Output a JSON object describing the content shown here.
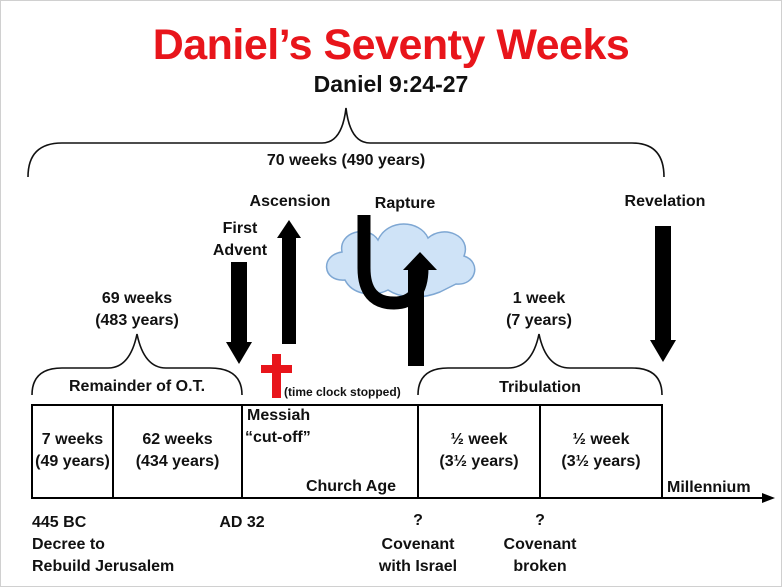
{
  "title": "Daniel’s Seventy Weeks",
  "subtitle": "Daniel 9:24-27",
  "top_brace": "70 weeks (490 years)",
  "events": {
    "ascension": "Ascension",
    "first_advent": [
      "First",
      "Advent"
    ],
    "rapture": "Rapture",
    "revelation": "Revelation"
  },
  "sixty_nine": [
    "69 weeks",
    "(483 years)"
  ],
  "one_week": [
    "1 week",
    "(7 years)"
  ],
  "remainder": "Remainder of O.T.",
  "tribulation": "Tribulation",
  "clock": "(time clock stopped)",
  "messiah": [
    "Messiah",
    "“cut-off”"
  ],
  "church_age": "Church Age",
  "cells": [
    [
      "7 weeks",
      "(49 years)"
    ],
    [
      "62 weeks",
      "(434 years)"
    ],
    [
      "½ week",
      "(3½ years)"
    ],
    [
      "½ week",
      "(3½ years)"
    ]
  ],
  "millennium": "Millennium",
  "below": {
    "bc": "445 BC",
    "decree": [
      "Decree to",
      "Rebuild Jerusalem"
    ],
    "ad": "AD 32",
    "q1": "?",
    "covenant_israel": [
      "Covenant",
      "with Israel"
    ],
    "q2": "?",
    "covenant_broken": [
      "Covenant",
      "broken"
    ]
  },
  "colors": {
    "title": "#e8151b",
    "cross": "#e8151b",
    "cloud": "#cfe3f7"
  }
}
